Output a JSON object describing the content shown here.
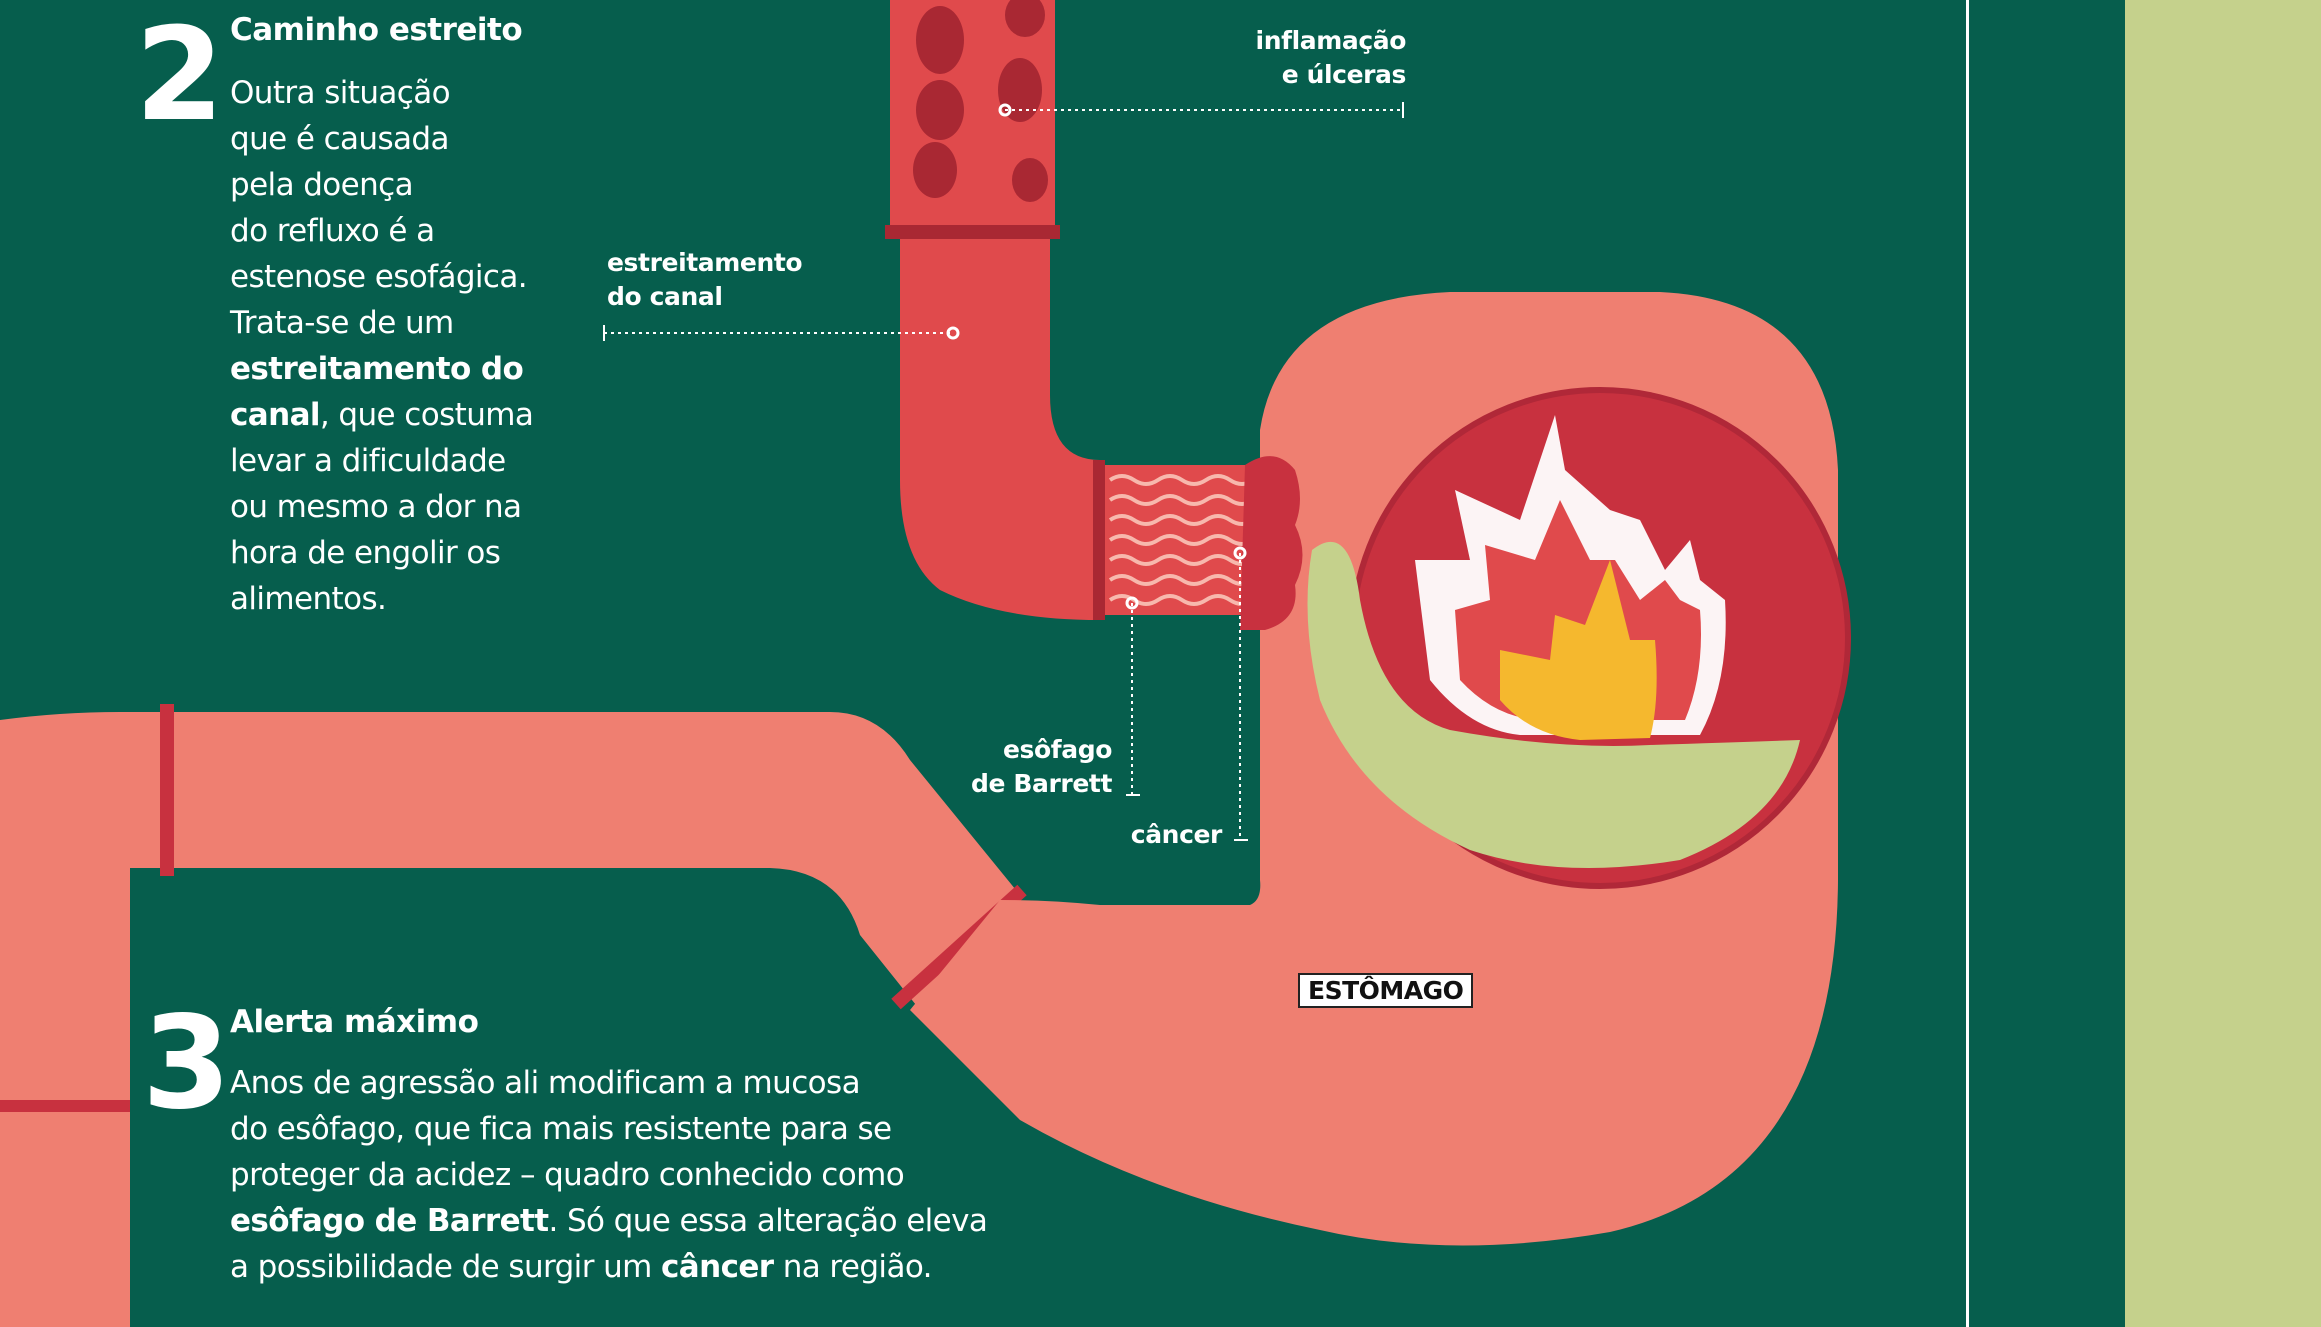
{
  "section2": {
    "number": "2",
    "title": "Caminho estreito",
    "body_lines": [
      {
        "parts": [
          {
            "text": "Outra situação",
            "bold": false
          }
        ]
      },
      {
        "parts": [
          {
            "text": "que é causada",
            "bold": false
          }
        ]
      },
      {
        "parts": [
          {
            "text": "pela doença",
            "bold": false
          }
        ]
      },
      {
        "parts": [
          {
            "text": "do refluxo é a",
            "bold": false
          }
        ]
      },
      {
        "parts": [
          {
            "text": "estenose esofágica.",
            "bold": false
          }
        ]
      },
      {
        "parts": [
          {
            "text": "Trata-se de um",
            "bold": false
          }
        ]
      },
      {
        "parts": [
          {
            "text": "estreitamento do",
            "bold": true
          }
        ]
      },
      {
        "parts": [
          {
            "text": "canal",
            "bold": true
          },
          {
            "text": ", que costuma",
            "bold": false
          }
        ]
      },
      {
        "parts": [
          {
            "text": "levar a dificuldade",
            "bold": false
          }
        ]
      },
      {
        "parts": [
          {
            "text": "ou mesmo a dor na",
            "bold": false
          }
        ]
      },
      {
        "parts": [
          {
            "text": "hora de engolir os",
            "bold": false
          }
        ]
      },
      {
        "parts": [
          {
            "text": "alimentos.",
            "bold": false
          }
        ]
      }
    ]
  },
  "section3": {
    "number": "3",
    "title": "Alerta máximo",
    "body_lines": [
      {
        "parts": [
          {
            "text": "Anos de agressão ali modificam a mucosa",
            "bold": false
          }
        ]
      },
      {
        "parts": [
          {
            "text": "do esôfago, que fica mais resistente para se",
            "bold": false
          }
        ]
      },
      {
        "parts": [
          {
            "text": "proteger da acidez – quadro conhecido como",
            "bold": false
          }
        ]
      },
      {
        "parts": [
          {
            "text": "esôfago de Barrett",
            "bold": true
          },
          {
            "text": ". Só que essa alteração eleva",
            "bold": false
          }
        ]
      },
      {
        "parts": [
          {
            "text": "a possibilidade de surgir um ",
            "bold": false
          },
          {
            "text": "câncer",
            "bold": true
          },
          {
            "text": " na região.",
            "bold": false
          }
        ]
      }
    ]
  },
  "labels": {
    "inflammation": [
      "inflamação",
      "e úlceras"
    ],
    "narrowing": [
      "estreitamento",
      "do canal"
    ],
    "barrett": [
      "esôfago",
      "de Barrett"
    ],
    "cancer": [
      "câncer"
    ],
    "stomach": "ESTÔMAGO"
  },
  "colors": {
    "background": "#065e4d",
    "pipe_pink": "#ef7f71",
    "esophagus_red": "#e04a4c",
    "inner_dark": "#c8313f",
    "flame_yellow": "#f5b82e",
    "mucus_green": "#c5d18c",
    "side_strip": "#c5d18c",
    "text": "#ffffff"
  }
}
